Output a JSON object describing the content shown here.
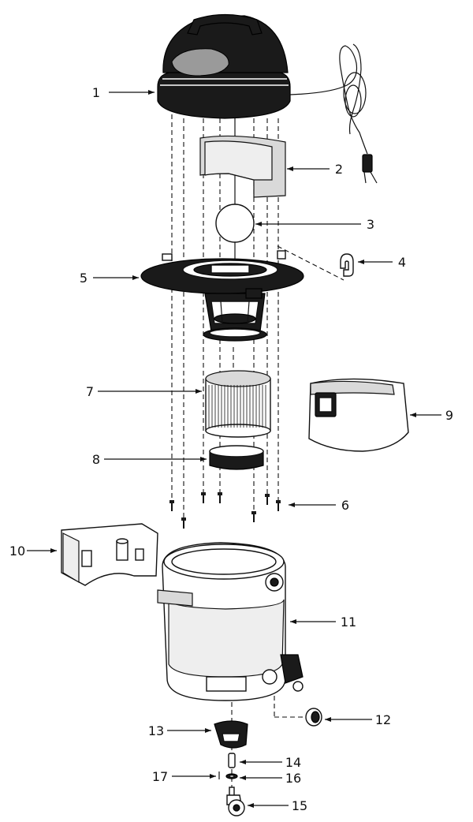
{
  "colors": {
    "ink": "#111111",
    "part_dark": "#1a1a1a",
    "part_mid": "#d9d9d9",
    "part_light": "#eeeeee",
    "background": "#ffffff"
  },
  "callouts": [
    {
      "id": "1",
      "text": "1"
    },
    {
      "id": "2",
      "text": "2"
    },
    {
      "id": "3",
      "text": "3"
    },
    {
      "id": "4",
      "text": "4"
    },
    {
      "id": "5",
      "text": "5"
    },
    {
      "id": "6",
      "text": "6"
    },
    {
      "id": "7",
      "text": "7"
    },
    {
      "id": "8",
      "text": "8"
    },
    {
      "id": "9",
      "text": "9"
    },
    {
      "id": "10",
      "text": "10"
    },
    {
      "id": "11",
      "text": "11"
    },
    {
      "id": "12",
      "text": "12"
    },
    {
      "id": "13",
      "text": "13"
    },
    {
      "id": "14",
      "text": "14"
    },
    {
      "id": "15",
      "text": "15"
    },
    {
      "id": "16",
      "text": "16"
    },
    {
      "id": "17",
      "text": "17"
    }
  ]
}
